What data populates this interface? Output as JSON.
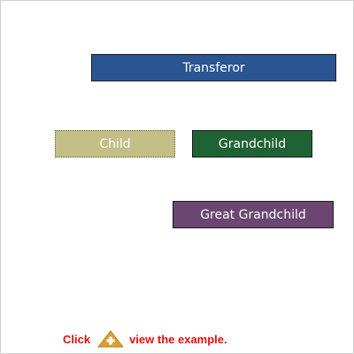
{
  "boxes": {
    "transferor": "Transferor",
    "child": "Child",
    "grandchild": "Grandchild",
    "great_grandchild": "Great Grandchild"
  },
  "instruction": {
    "before": "Click",
    "after": "view the example.",
    "icon": "plus-triangle-icon"
  },
  "colors": {
    "transferor": "#2b5592",
    "child": "#c2bf86",
    "grandchild": "#1f6234",
    "great_grandchild": "#6a4670",
    "instruction_text": "#e30d0d",
    "icon": "#d9a032"
  }
}
